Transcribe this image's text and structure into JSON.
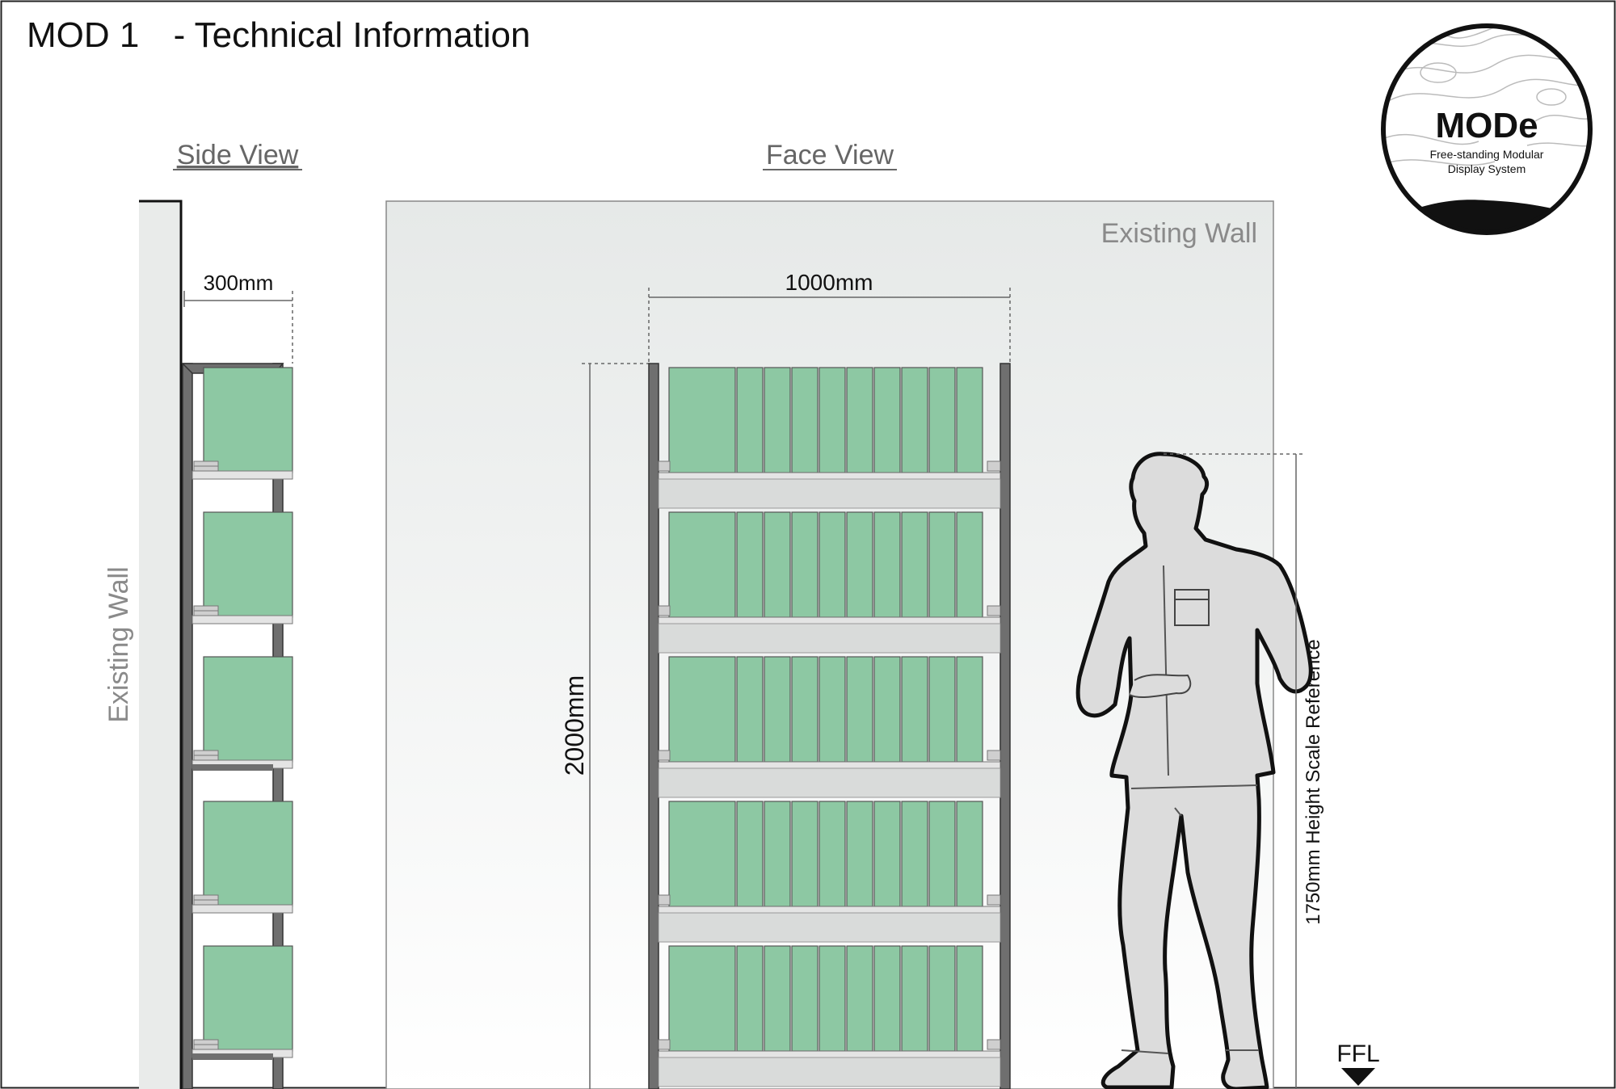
{
  "header": {
    "title": "MOD 1",
    "subtitle": "- Technical Information"
  },
  "logo": {
    "name": "MODe",
    "tagline_line1": "Free-standing Modular",
    "tagline_line2": "Display System"
  },
  "side_view": {
    "heading": "Side View",
    "wall_label": "Existing Wall",
    "depth_label": "300mm"
  },
  "face_view": {
    "heading": "Face View",
    "wall_label": "Existing Wall",
    "width_label": "1000mm",
    "height_label": "2000mm"
  },
  "person": {
    "height_label": "1750mm Height Scale Reference"
  },
  "floor": {
    "label": "FFL"
  },
  "colors": {
    "panel_green": "#8dc8a3",
    "frame_grey": "#6f6f6f",
    "wall_grey": "#e9ebea",
    "shelf_grey": "#d9dbda",
    "figure_fill": "#dcdcdc"
  },
  "icons": [
    "ffl-triangle-icon",
    "logo-contour-icon"
  ]
}
